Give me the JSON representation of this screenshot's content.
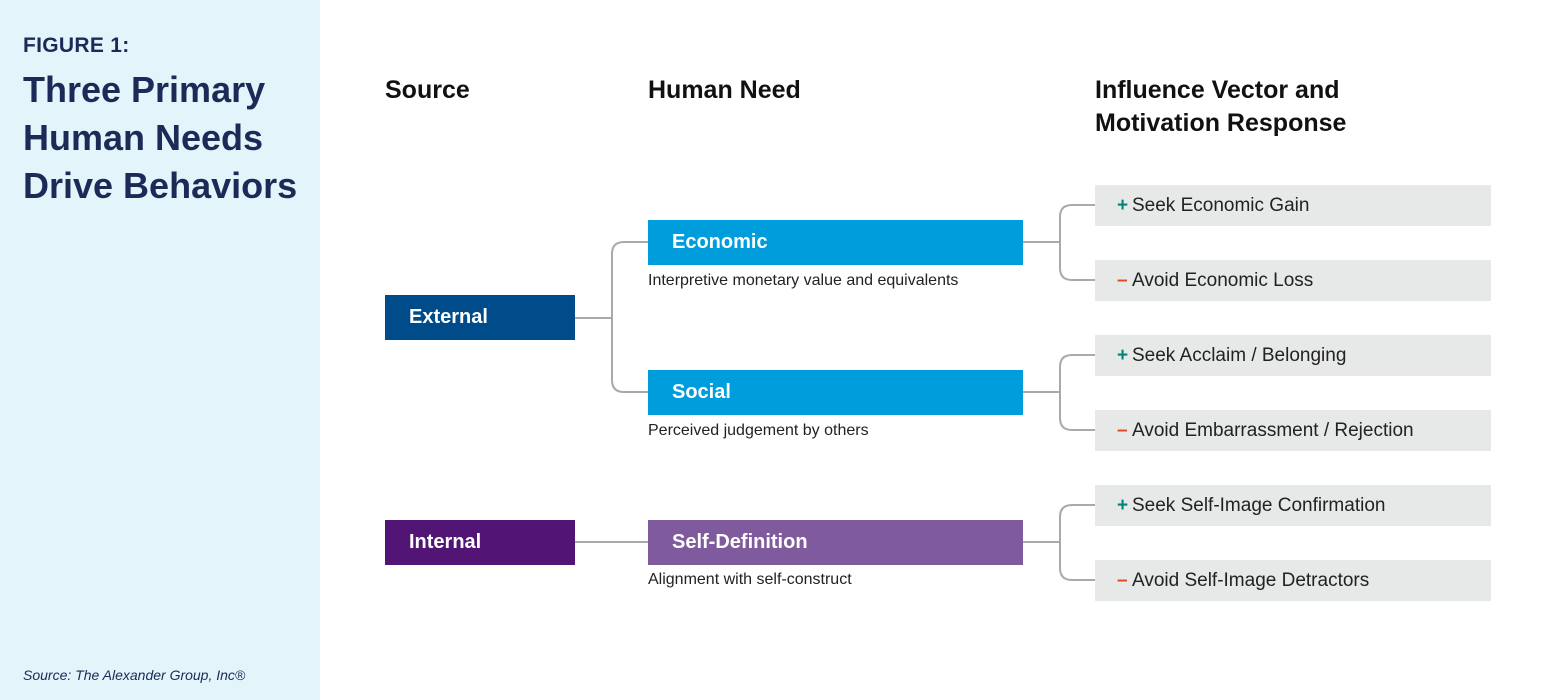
{
  "figure": {
    "label": "FIGURE 1:",
    "title": "Three Primary Human Needs Drive Behaviors",
    "source": "Source: The Alexander Group, Inc®"
  },
  "headers": {
    "source": "Source",
    "need": "Human Need",
    "response_line1": "Influence Vector and",
    "response_line2": "Motivation Response"
  },
  "sources": [
    {
      "label": "External",
      "color": "#004c8a"
    },
    {
      "label": "Internal",
      "color": "#521475"
    }
  ],
  "needs": [
    {
      "label": "Economic",
      "description": "Interpretive monetary value and equivalents",
      "color": "#009ddc"
    },
    {
      "label": "Social",
      "description": "Perceived judgement by others",
      "color": "#009ddc"
    },
    {
      "label": "Self-Definition",
      "description": "Alignment with self-construct",
      "color": "#7f5a9c"
    }
  ],
  "responses": [
    {
      "sign": "+",
      "text": "Seek Economic Gain"
    },
    {
      "sign": "–",
      "text": "Avoid Economic Loss"
    },
    {
      "sign": "+",
      "text": "Seek Acclaim / Belonging"
    },
    {
      "sign": "–",
      "text": "Avoid Embarrassment / Rejection"
    },
    {
      "sign": "+",
      "text": "Seek Self-Image Confirmation"
    },
    {
      "sign": "–",
      "text": "Avoid Self-Image Detractors"
    }
  ],
  "colors": {
    "connector": "#a7a9ab",
    "plus": "#00857a",
    "minus": "#e04a1e",
    "sidebar": "#e3f4fb",
    "title": "#1b2a57"
  }
}
